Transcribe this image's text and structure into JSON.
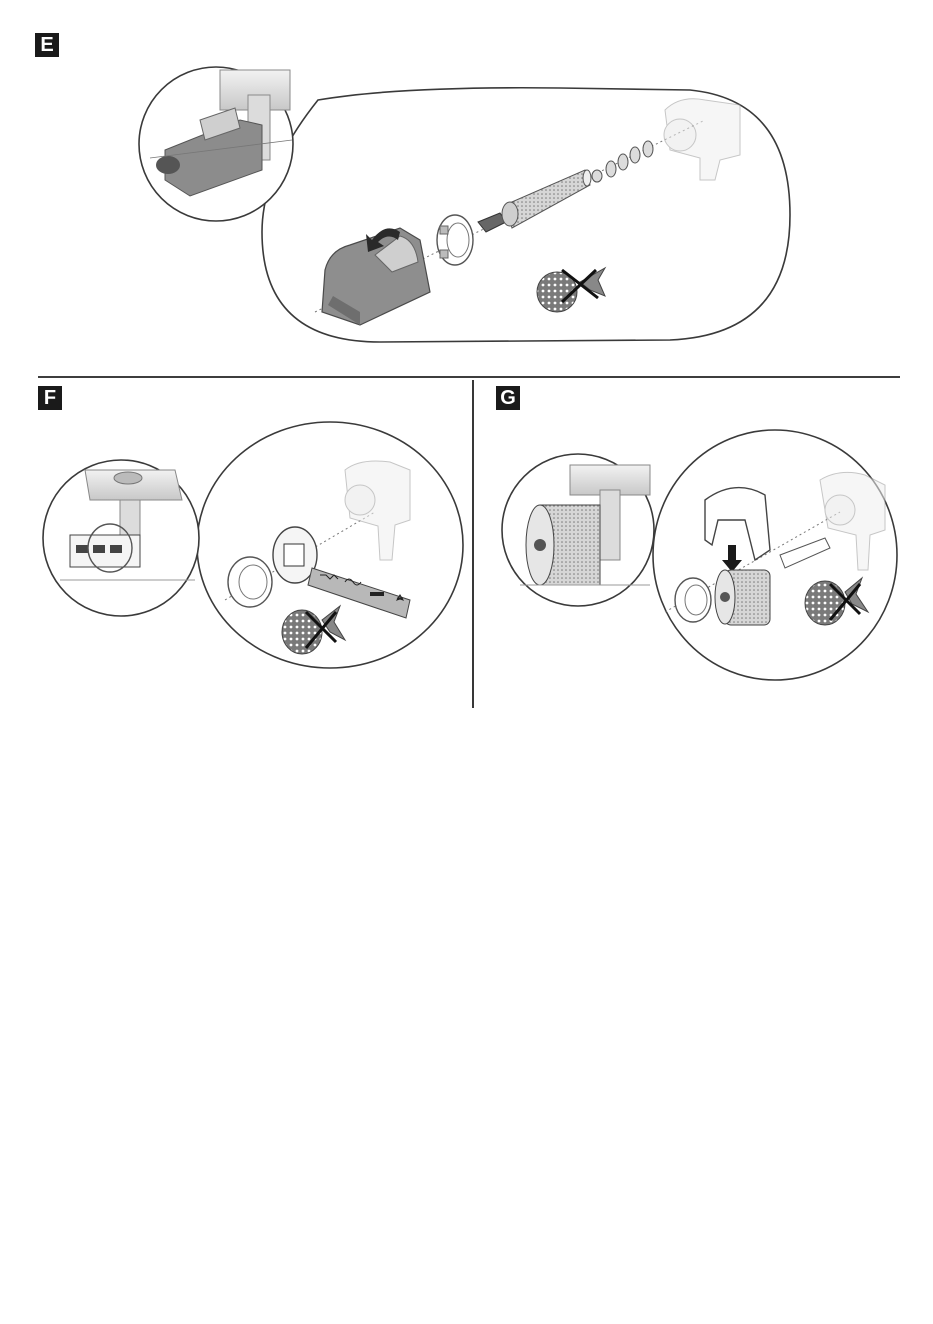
{
  "sections": [
    {
      "label": "E",
      "title": ""
    },
    {
      "label": "F",
      "title": ""
    },
    {
      "label": "G",
      "title": ""
    }
  ],
  "colors": {
    "ink": "#3a3a3a",
    "part_dark": "#8a8a8a",
    "part_mid": "#b4b4b4",
    "part_light": "#d9d9d9",
    "label_bg": "#1a1a1a"
  }
}
